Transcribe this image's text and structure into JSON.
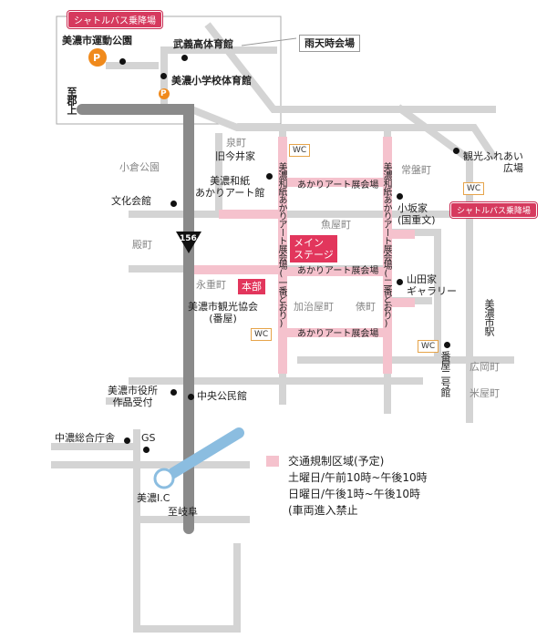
{
  "shuttle_top": "シャトルバス乗降場",
  "shuttle_right": "シャトルバス乗降場",
  "rain_venue": "雨天時会場",
  "places": {
    "undo_koen": "美濃市運動公園",
    "bugi": "武義高体育館",
    "mino_shogakko": "美濃小学校体育館",
    "kanko_fureai": "観光ふれあい\n広場",
    "mino_washi": "美濃和紙\nあかりアート館",
    "kyu_imai": "旧今井家",
    "bunka_kaikan": "文化会館",
    "kosaka": "小坂家\n(国重文)",
    "yamada": "山田家\nギャラリー",
    "kanko_kyokai": "美濃市観光協会\n(番屋)",
    "shiyakusho": "美濃市役所\n作品受付",
    "chuo_kominkan": "中央公民館",
    "chuno_sogo": "中濃総合庁舎",
    "gs": "GS",
    "mino_ic": "美濃I.C",
    "bangoya": "番屋二号館",
    "mino_station": "美濃市駅"
  },
  "districts": {
    "ogura": "小倉公園",
    "izumi": "泉町",
    "tokiwa": "常盤町",
    "uoya": "魚屋町",
    "tono": "殿町",
    "eiju": "永重町",
    "kajiya": "加治屋町",
    "tawara": "俵町",
    "hirooka": "広岡町",
    "yoneya": "米屋町"
  },
  "route_labels": {
    "to_gujo": "至郡上",
    "to_gifu": "至岐阜",
    "route_no": "156"
  },
  "exhibits": {
    "venue1": "あかりアート展会場",
    "venue2": "あかりアート展会場",
    "venue3": "あかりアート展会場",
    "street1": "美濃和紙あかりアート展会場(一番どおり)",
    "street2": "美濃和紙あかりアート展会場(二番どおり)"
  },
  "main_stage": "メイン\nステージ",
  "honbu": "本部",
  "wc": "WC",
  "legend": {
    "title": "交通規制区域(予定)",
    "sat": "土曜日/午前10時~午後10時",
    "sun": "日曜日/午後1時~午後10時",
    "note": "(車両進入禁止"
  },
  "colors": {
    "road": "#d4d4d4",
    "highway": "#8a8a8a",
    "regulated": "#f5c2cd",
    "expressway": "#8bbde0",
    "accent": "#d63a5e",
    "parking": "#f08a1c"
  }
}
